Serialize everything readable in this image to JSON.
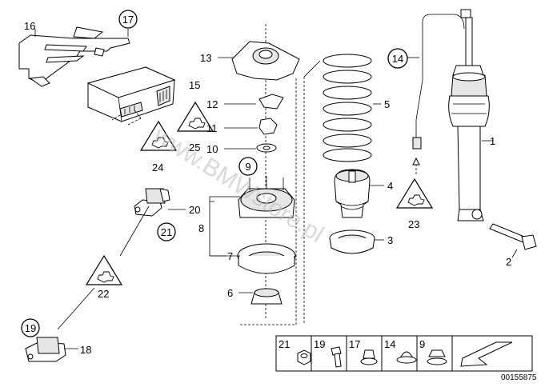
{
  "part_labels": [
    "1",
    "2",
    "3",
    "4",
    "5",
    "6",
    "7",
    "8",
    "10",
    "11",
    "12",
    "13",
    "15",
    "16",
    "18",
    "20",
    "22",
    "23",
    "24",
    "25"
  ],
  "callouts": [
    "9",
    "14",
    "17",
    "19",
    "21"
  ],
  "legend": [
    "21",
    "19",
    "17",
    "14",
    "9"
  ],
  "watermark": "www.BMWstore.pl",
  "diagram_id": "00155875"
}
